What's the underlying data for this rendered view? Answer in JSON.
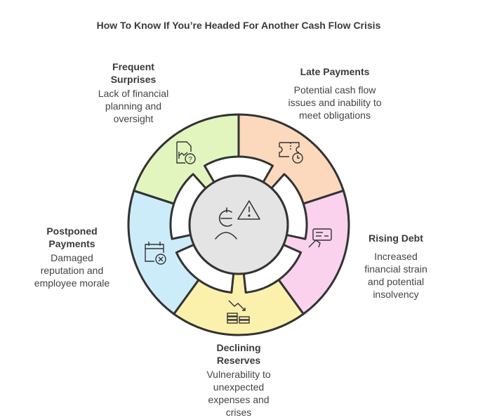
{
  "title": "How To Know If You’re Headed For Another Cash Flow Crisis",
  "segments": [
    {
      "name": "Late Payments",
      "desc": "Potential cash flow issues and inability to meet obligations",
      "color": "#fcd9bd",
      "icon": "ticket-clock-icon"
    },
    {
      "name": "Rising Debt",
      "desc": "Increased financial strain and potential insolvency",
      "color": "#fad2ee",
      "icon": "credit-card-hand-icon"
    },
    {
      "name": "Declining Reserves",
      "desc": "Vulnerability to unexpected expenses and crises",
      "color": "#fbf1ad",
      "icon": "declining-coins-icon"
    },
    {
      "name": "Postponed Payments",
      "desc": "Damaged reputation and employee morale",
      "color": "#cdecf9",
      "icon": "calendar-cancel-icon"
    },
    {
      "name": "Frequent Surprises",
      "desc": "Lack of financial planning and oversight",
      "color": "#e2f5bf",
      "icon": "chart-question-icon"
    }
  ],
  "center": {
    "color": "#e4e4e4",
    "icons": [
      "euro-person-icon",
      "warning-icon"
    ]
  }
}
